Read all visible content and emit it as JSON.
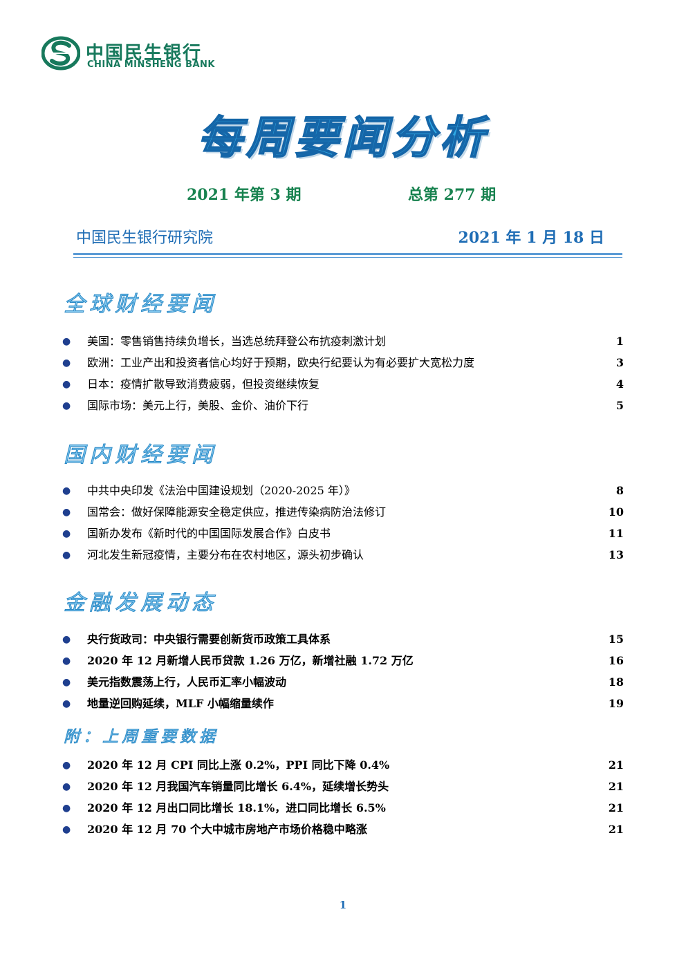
{
  "header": {
    "logo_cn": "中国民生银行",
    "logo_en": "CHINA MINSHENG BANK",
    "title": "每周要闻分析",
    "issue_year": "2021 年第 3 期",
    "issue_total": "总第 277 期",
    "org": "中国民生银行研究院",
    "date": "2021 年 1 月 18 日"
  },
  "colors": {
    "brand_green": "#17795c",
    "title_blue": "#2fa8e4",
    "heading_blue": "#7fc6ee",
    "rule_blue": "#5b9bd5"
  },
  "sections": [
    {
      "heading": "全球财经要闻",
      "items": [
        {
          "text": "美国：零售销售持续负增长，当选总统拜登公布抗疫刺激计划",
          "page": "1"
        },
        {
          "text": "欧洲：工业产出和投资者信心均好于预期，欧央行纪要认为有必要扩大宽松力度",
          "page": "3"
        },
        {
          "text": "日本：疫情扩散导致消费疲弱，但投资继续恢复",
          "page": "4"
        },
        {
          "text": "国际市场：美元上行，美股、金价、油价下行",
          "page": "5"
        }
      ]
    },
    {
      "heading": "国内财经要闻",
      "items": [
        {
          "text": "中共中央印发《法治中国建设规划（2020-2025 年）》",
          "page": "8"
        },
        {
          "text": "国常会：做好保障能源安全稳定供应，推进传染病防治法修订",
          "page": "10"
        },
        {
          "text": "国新办发布《新时代的中国国际发展合作》白皮书",
          "page": "11"
        },
        {
          "text": "河北发生新冠疫情，主要分布在农村地区，源头初步确认",
          "page": "13"
        }
      ]
    },
    {
      "heading": "金融发展动态",
      "items": [
        {
          "text": "央行货政司：中央银行需要创新货币政策工具体系",
          "page": "15"
        },
        {
          "text": "2020 年 12 月新增人民币贷款 1.26 万亿，新增社融 1.72 万亿",
          "page": "16"
        },
        {
          "text": "美元指数震荡上行，人民币汇率小幅波动",
          "page": "18"
        },
        {
          "text": "地量逆回购延续，MLF 小幅缩量续作",
          "page": "19"
        }
      ]
    },
    {
      "heading": "附：上周重要数据",
      "items": [
        {
          "text": "2020 年 12 月 CPI 同比上涨 0.2%，PPI 同比下降 0.4%",
          "page": "21"
        },
        {
          "text": "2020 年 12 月我国汽车销量同比增长 6.4%，延续增长势头",
          "page": "21"
        },
        {
          "text": "2020 年 12 月出口同比增长 18.1%，进口同比增长 6.5%",
          "page": "21"
        },
        {
          "text": "2020 年 12 月 70 个大中城市房地产市场价格稳中略涨",
          "page": "21"
        }
      ]
    }
  ],
  "footer": {
    "page_number": "1"
  }
}
